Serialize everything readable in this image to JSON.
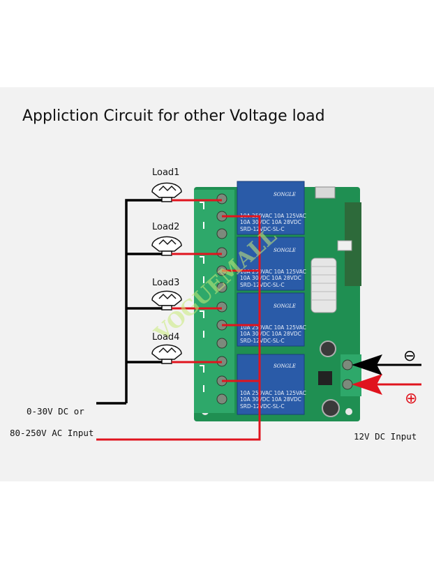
{
  "title": "Appliction Circuit for other Voltage load",
  "loads": [
    {
      "label": "Load1"
    },
    {
      "label": "Load2"
    },
    {
      "label": "Load3"
    },
    {
      "label": "Load4"
    }
  ],
  "inputs": {
    "dc_label": "0-30V DC or",
    "ac_label": "80-250V AC Input",
    "power_label": "12V DC Input",
    "minus_symbol": "⊖",
    "plus_symbol": "⊕"
  },
  "relay": {
    "brand": "SONGLE",
    "model": "SRD-12VDC-SL-C",
    "rating_ac": "10A 250VAC 10A 125VAC",
    "rating_dc": "10A 30VDC 10A 28VDC"
  },
  "watermark": "VOGUEMALL",
  "colors": {
    "board": "#1f8f52",
    "relay": "#2a5ba8",
    "terminal": "#2ea86a",
    "wire_black": "#000000",
    "wire_red": "#e0141e"
  }
}
